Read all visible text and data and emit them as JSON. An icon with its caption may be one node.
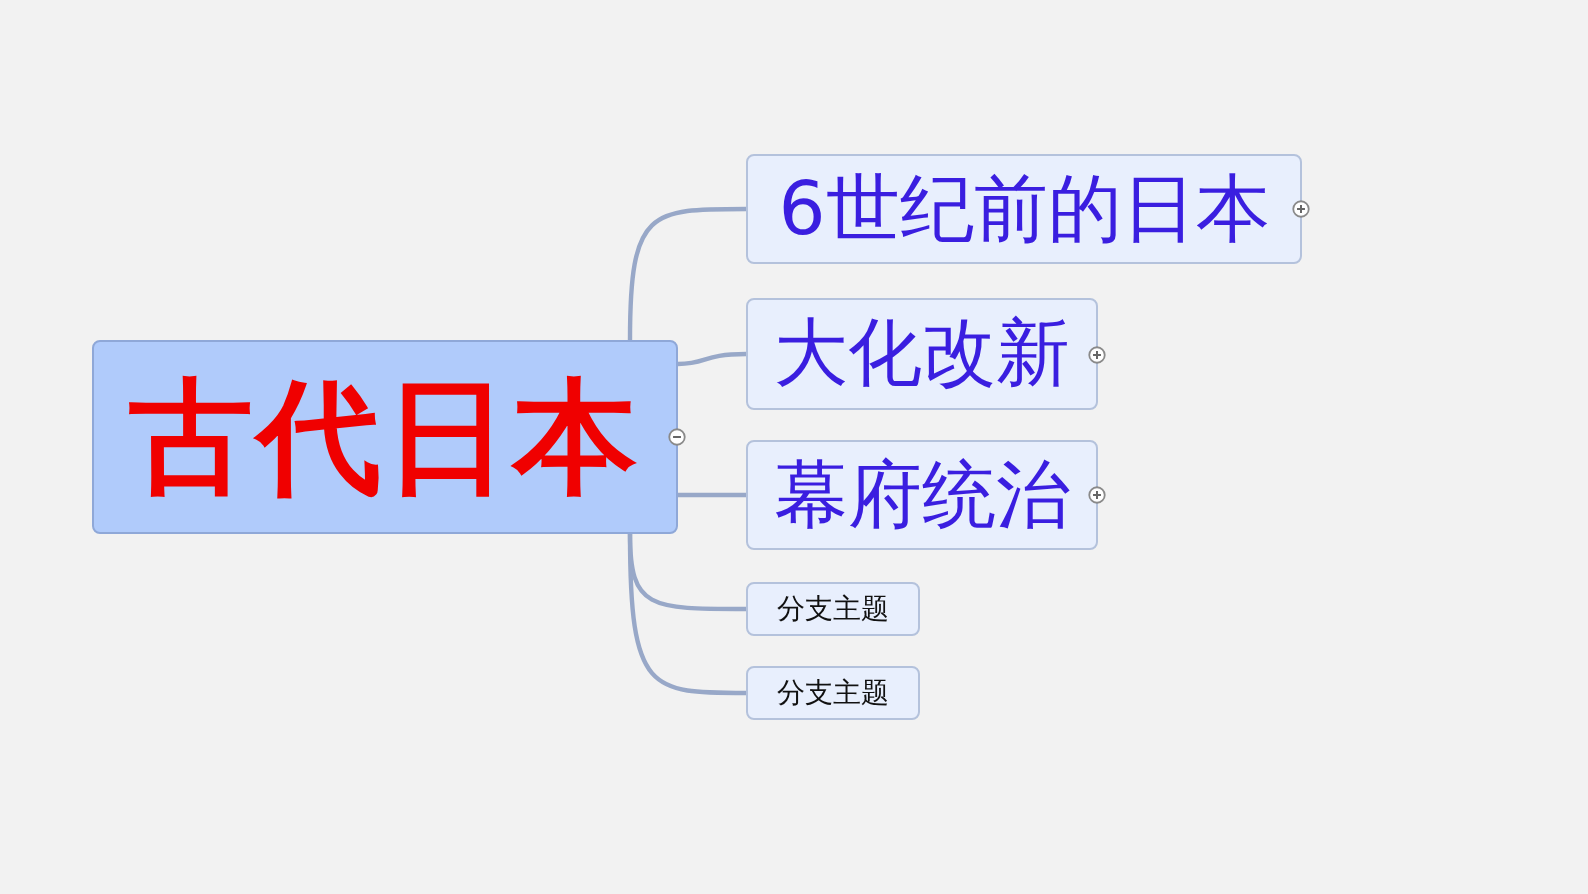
{
  "diagram": {
    "nodes": [
      {
        "text": [
          "古代日本"
        ]
      },
      {
        "text": [
          "6世纪前的日本"
        ]
      },
      {
        "text": [
          "大化改新"
        ]
      },
      {
        "text": [
          "幕府统治"
        ]
      },
      {
        "text": [
          "分支主题"
        ]
      },
      {
        "text": [
          "分支主题"
        ]
      }
    ],
    "edges": [
      {
        "from": 0,
        "to": 1,
        "arrow": "none"
      },
      {
        "from": 0,
        "to": 2,
        "arrow": "none"
      },
      {
        "from": 0,
        "to": 3,
        "arrow": "none"
      },
      {
        "from": 0,
        "to": 4,
        "arrow": "none"
      },
      {
        "from": 0,
        "to": 5,
        "arrow": "none"
      }
    ]
  }
}
